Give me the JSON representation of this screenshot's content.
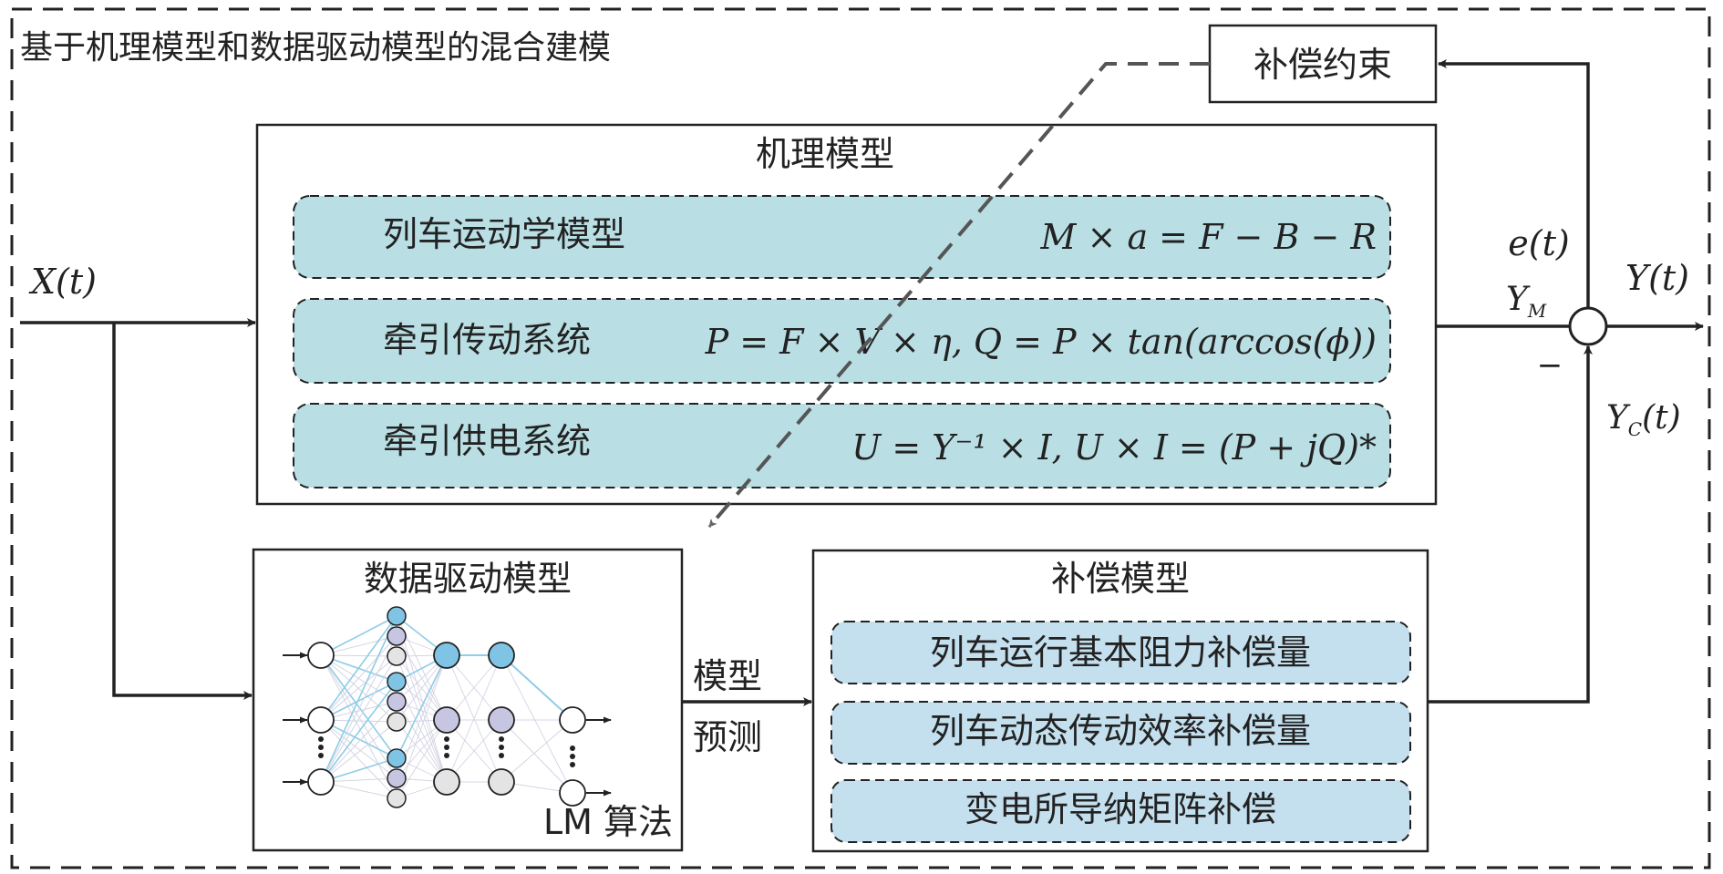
{
  "outer_frame": {
    "title": "基于机理模型和数据驱动模型的混合建模"
  },
  "compensation_constraint": {
    "label": "补偿约束"
  },
  "mechanism_model": {
    "title": "机理模型",
    "rows": [
      {
        "label": "列车运动学模型",
        "equation": "M × a = F − B − R"
      },
      {
        "label": "牵引传动系统",
        "equation": "P = F × V × η, Q = P × tan(arccos(ϕ))"
      },
      {
        "label": "牵引供电系统",
        "equation": "U = Y⁻¹ × I, U × I = (P + jQ)*"
      }
    ]
  },
  "data_driven_model": {
    "title": "数据驱动模型",
    "algorithm_label": "LM 算法"
  },
  "model_prediction": {
    "line1": "模型",
    "line2": "预测"
  },
  "compensation_model": {
    "title": "补偿模型",
    "items": [
      "列车运行基本阻力补偿量",
      "列车动态传动效率补偿量",
      "变电所导纳矩阵补偿"
    ]
  },
  "signals": {
    "input": "X(t)",
    "output": "Y(t)",
    "error": "e(t)",
    "ym_main": "Y",
    "ym_sub": "M",
    "yc_main": "Y",
    "yc_sub": "C",
    "yc_tail": "(t)",
    "minus": "−"
  },
  "colors": {
    "row_fill": "#b9dfe4",
    "item_fill": "#c4dfee",
    "node_blue": "#7fc4e4",
    "node_purple": "#c6c6e2",
    "node_gray": "#e4e4e4",
    "edge_blue": "#8ecde6",
    "edge_faint": "#d4d4e4",
    "dashed_arrow": "#555555",
    "line": "#222222"
  }
}
